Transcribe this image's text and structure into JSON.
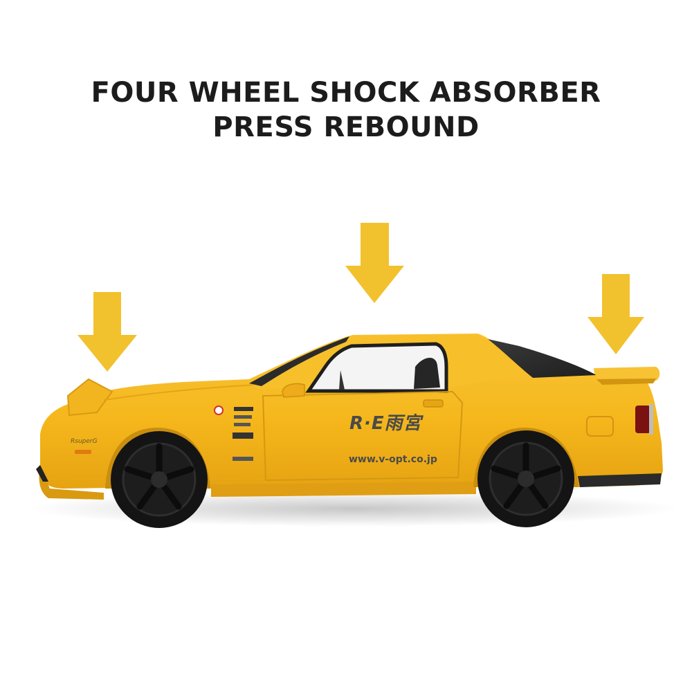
{
  "headline": {
    "line1": "FOUR WHEEL SHOCK ABSORBER",
    "line2": "PRESS REBOUND"
  },
  "car": {
    "logo_text": "R·E雨宮",
    "url_text": "www.v-opt.co.jp",
    "front_fender_badge": "RsuperG"
  },
  "colors": {
    "arrow": "#f2c12e",
    "car_body": "#f5b71c",
    "car_shadow": "#d99a12",
    "tire": "#141414",
    "decal": "#4a4a4a"
  },
  "icons": {
    "arrow": "down-arrow-icon"
  }
}
